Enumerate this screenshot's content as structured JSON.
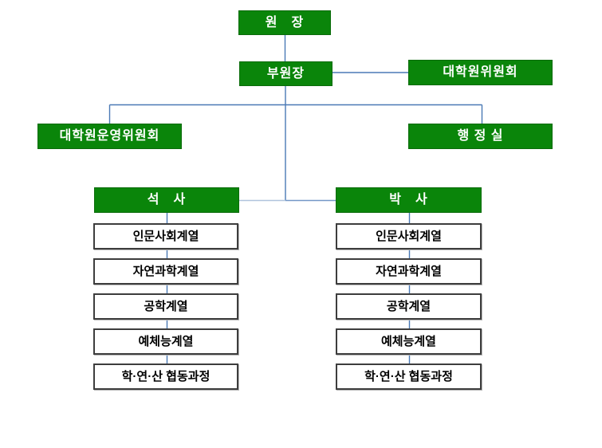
{
  "diagram": {
    "type": "org-chart",
    "nodes": {
      "director": {
        "label": "원　장"
      },
      "vice_director": {
        "label": "부원장"
      },
      "graduate_committee": {
        "label": "대학원위원회"
      },
      "operations_committee": {
        "label": "대학원운영위원회"
      },
      "admin_office": {
        "label": "행 정 실"
      },
      "masters": {
        "label": "석　사"
      },
      "doctoral": {
        "label": "박　사"
      }
    },
    "masters_departments": [
      "인문사회계열",
      "자연과학계열",
      "공학계열",
      "예체능계열",
      "학·연·산 협동과정"
    ],
    "doctoral_departments": [
      "인문사회계열",
      "자연과학계열",
      "공학계열",
      "예체능계열",
      "학·연·산 협동과정"
    ]
  },
  "colors": {
    "green_fill": "#0a850a",
    "green_border": "#0b6b0b",
    "white_box_border": "#3d3d3d",
    "connector": "#4a79b5",
    "connector_light": "#b0c3dd",
    "connector_medium": "#7397c7",
    "background": "#ffffff",
    "node_text": "#ffffff",
    "dept_text": "#000000"
  }
}
